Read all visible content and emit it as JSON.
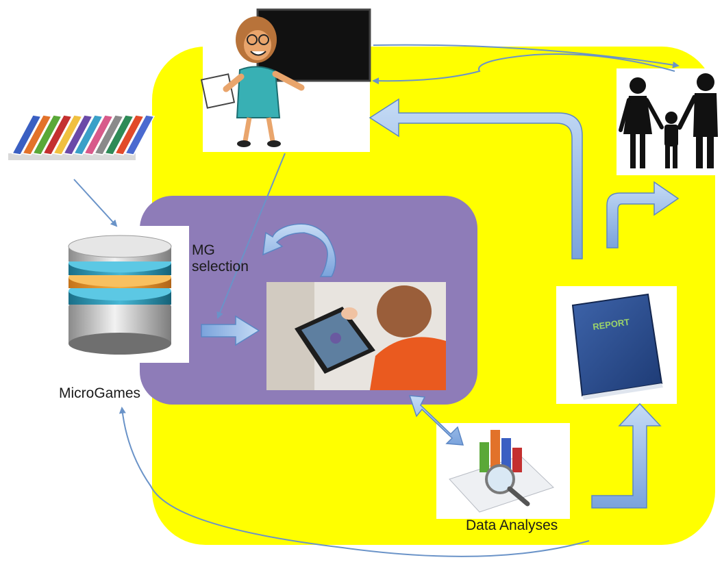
{
  "labels": {
    "microgames": "MicroGames",
    "mg_selection_line1": "MG",
    "mg_selection_line2": "selection",
    "data_analyses": "Data Analyses"
  },
  "book_label": "REPORT",
  "colors": {
    "yellow_region": "#ffff00",
    "purple_region": "#8e7cb8",
    "arrow_fill": "#8fb4e3",
    "arrow_stroke": "#5b86c4",
    "thin_arrow": "#6a93c8",
    "report_book": "#2d4d8c"
  },
  "icons": {
    "books": "books-stack-icon",
    "database": "database-icon",
    "teacher": "teacher-icon",
    "family": "family-icon",
    "tablet_child": "child-with-tablet-icon",
    "report": "report-book-icon",
    "analytics": "data-analyses-icon"
  }
}
